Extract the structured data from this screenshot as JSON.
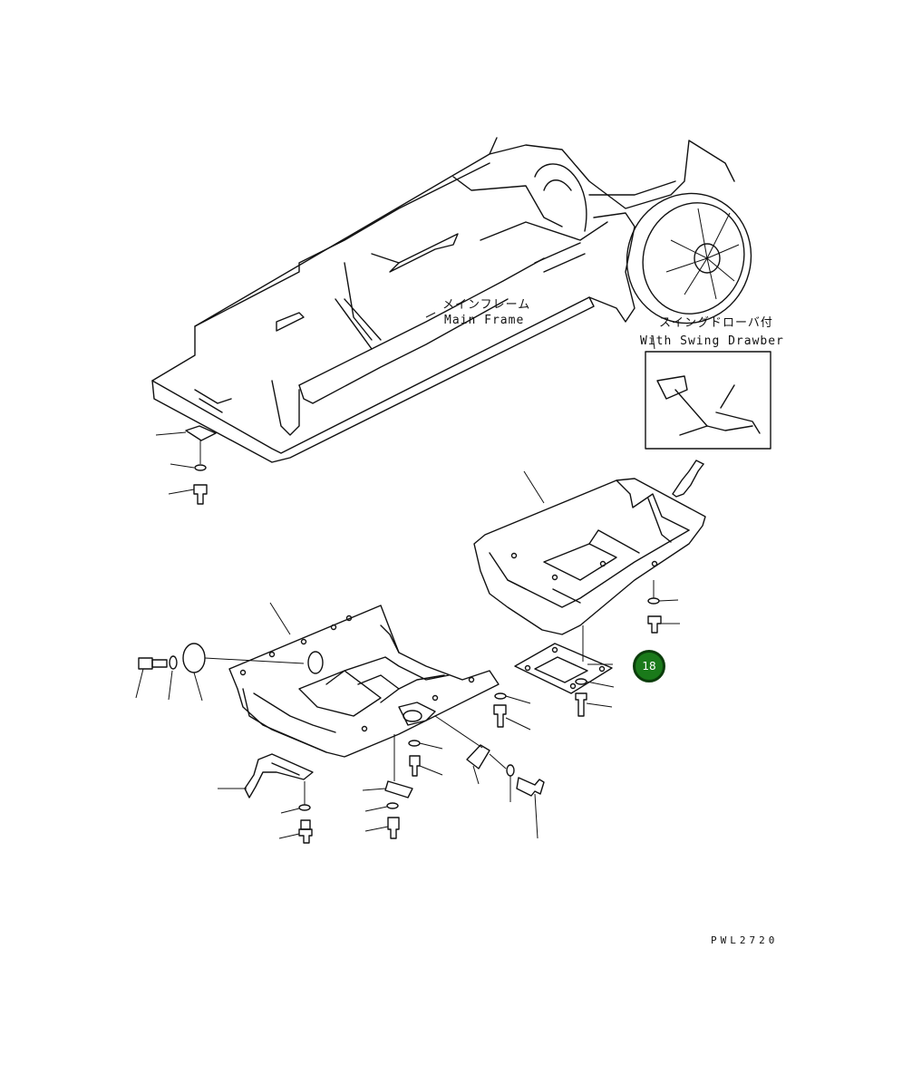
{
  "labels": {
    "main_frame_jp": "メインフレーム",
    "main_frame_en": "Main Frame",
    "swing_drawbar_jp": "スイングドローバ付",
    "swing_drawbar_en": "With Swing Drawber",
    "drawing_code": "PWL2720"
  },
  "callouts": [
    {
      "number": "18",
      "color": "#1a7a1a"
    }
  ]
}
